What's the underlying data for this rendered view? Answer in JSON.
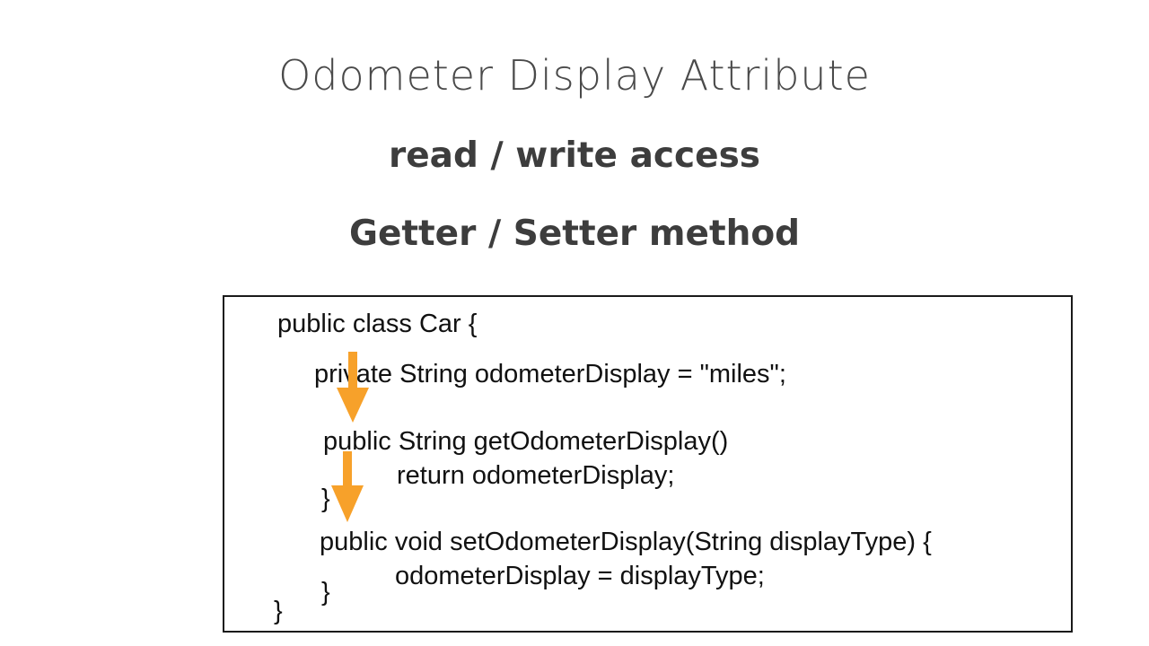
{
  "slide": {
    "title": "Odometer Display Attribute",
    "subtitle_1": "read / write access",
    "subtitle_2": "Getter / Setter method"
  },
  "code": {
    "lines": [
      "public class Car {",
      "private String odometerDisplay = \"miles\";",
      "public String getOdometerDisplay()",
      "return odometerDisplay;",
      "}",
      "public void setOdometerDisplay(String displayType) {",
      "odometerDisplay = displayType;",
      "}",
      "}"
    ]
  },
  "colors": {
    "arrow": "#F7A12A",
    "border": "#1a1a1a"
  },
  "icons": [
    "down-arrow-icon",
    "down-arrow-icon"
  ]
}
